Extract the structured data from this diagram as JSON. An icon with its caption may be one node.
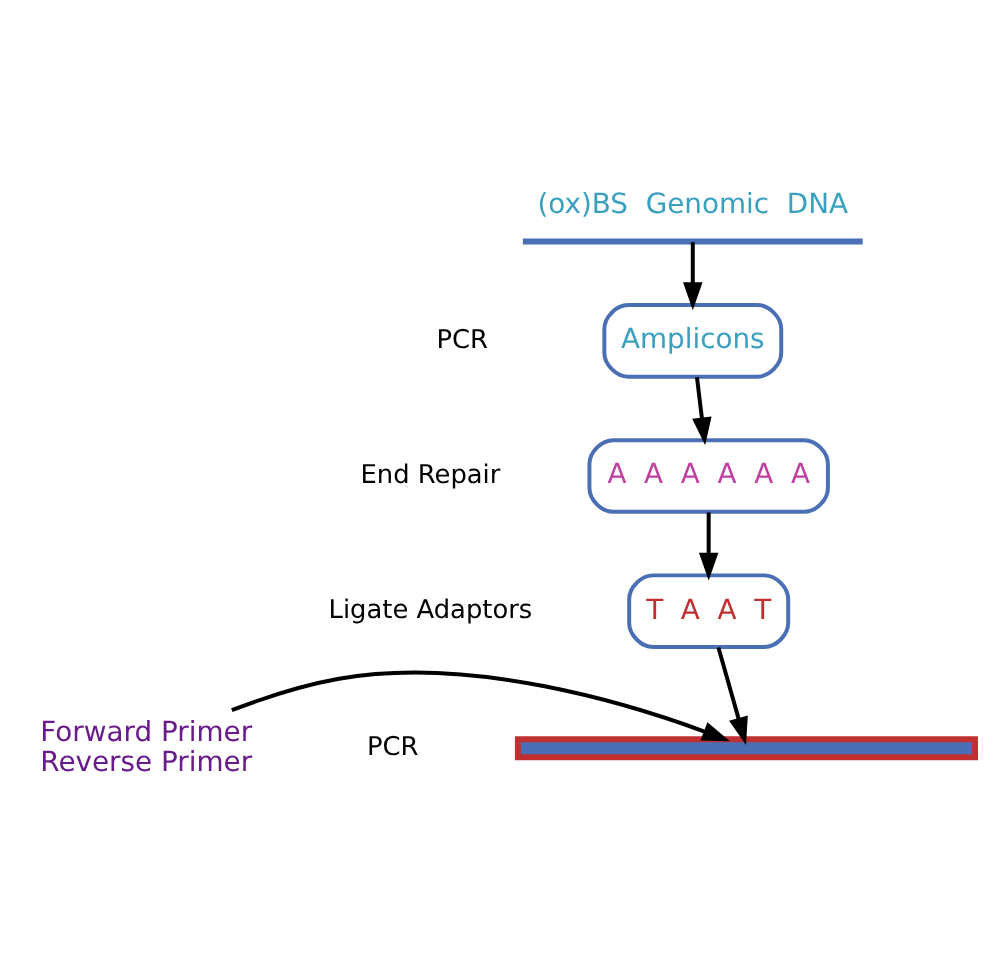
{
  "diagram": {
    "nodes": [
      {
        "text": [
          "(ox)BS  Genomic  DNA"
        ]
      },
      {
        "text": [
          "Amplicons"
        ]
      },
      {
        "text": [
          "A",
          "A",
          "A",
          "A",
          "A",
          "A"
        ]
      },
      {
        "text": [
          "T",
          "A",
          "A",
          "T"
        ]
      },
      {
        "text": [],
        "shape": "bar"
      },
      {
        "text": [
          "Forward Primer",
          "Reverse Primer"
        ]
      }
    ],
    "edges": [
      {
        "from": 0,
        "to": 1,
        "arrow": "to"
      },
      {
        "from": 1,
        "to": 2,
        "arrow": "to"
      },
      {
        "from": 2,
        "to": 3,
        "arrow": "to"
      },
      {
        "from": 3,
        "to": 4,
        "arrow": "to"
      },
      {
        "from": 5,
        "to": 4,
        "arrow": "to"
      }
    ],
    "labels": [
      "PCR",
      "End Repair",
      "Ligate Adaptors",
      "PCR"
    ]
  }
}
